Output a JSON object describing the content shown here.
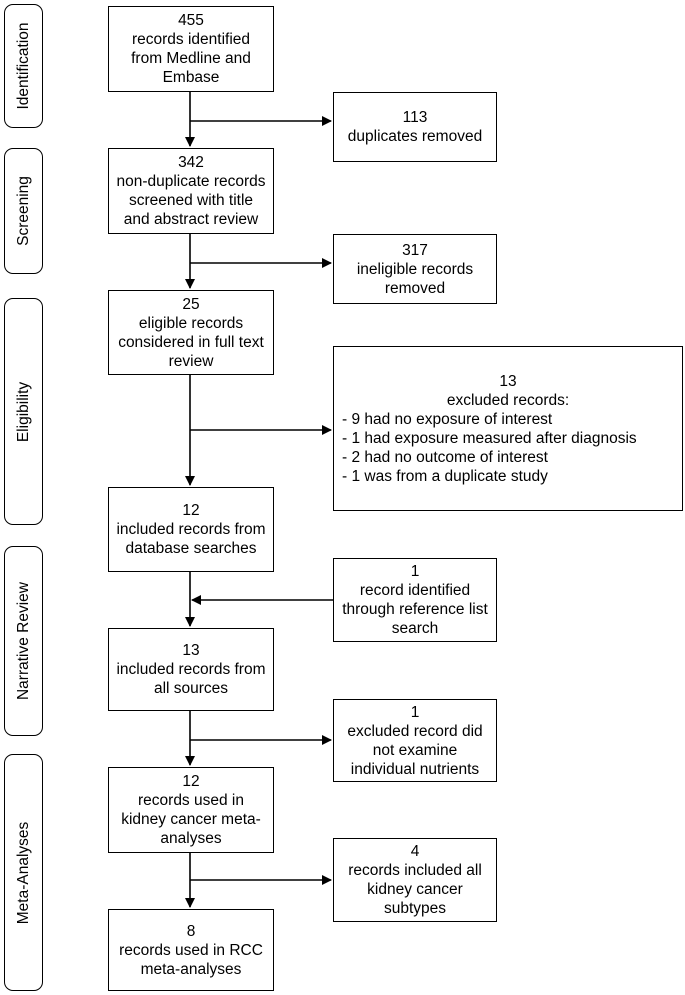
{
  "stages": [
    {
      "id": "identification",
      "label": "Identification"
    },
    {
      "id": "screening",
      "label": "Screening"
    },
    {
      "id": "eligibility",
      "label": "Eligibility"
    },
    {
      "id": "narrative",
      "label": "Narrative Review"
    },
    {
      "id": "meta",
      "label": "Meta-Analyses"
    }
  ],
  "main_boxes": [
    {
      "id": "identified",
      "lines": [
        "455",
        "records identified",
        "from Medline and",
        "Embase"
      ]
    },
    {
      "id": "screened",
      "lines": [
        "342",
        "non-duplicate records",
        "screened with title",
        "and abstract review"
      ]
    },
    {
      "id": "eligible",
      "lines": [
        "25",
        "eligible records",
        "considered in full text",
        "review"
      ]
    },
    {
      "id": "included-db",
      "lines": [
        "12",
        "included records from",
        "database searches"
      ]
    },
    {
      "id": "included-all",
      "lines": [
        "13",
        "included records from",
        "all sources"
      ]
    },
    {
      "id": "kidney-meta",
      "lines": [
        "12",
        "records used in",
        "kidney cancer meta-",
        "analyses"
      ]
    },
    {
      "id": "rcc-meta",
      "lines": [
        "8",
        "records used in RCC",
        "meta-analyses"
      ]
    }
  ],
  "side_boxes": [
    {
      "id": "duplicates",
      "lines": [
        "113",
        "duplicates removed"
      ]
    },
    {
      "id": "ineligible",
      "lines": [
        "317",
        "ineligible records",
        "removed"
      ]
    },
    {
      "id": "excluded",
      "title_lines": [
        "13",
        "excluded records:"
      ],
      "items": [
        "- 9 had no exposure of interest",
        "- 1 had exposure measured after diagnosis",
        "- 2 had no outcome of interest",
        "- 1 was from a duplicate study"
      ]
    },
    {
      "id": "reference-list",
      "lines": [
        "1",
        "record identified",
        "through reference list",
        "search"
      ]
    },
    {
      "id": "no-nutrients",
      "lines": [
        "1",
        "excluded record did",
        "not examine",
        "individual nutrients"
      ]
    },
    {
      "id": "all-subtypes",
      "lines": [
        "4",
        "records included all",
        "kidney cancer",
        "subtypes"
      ]
    }
  ]
}
